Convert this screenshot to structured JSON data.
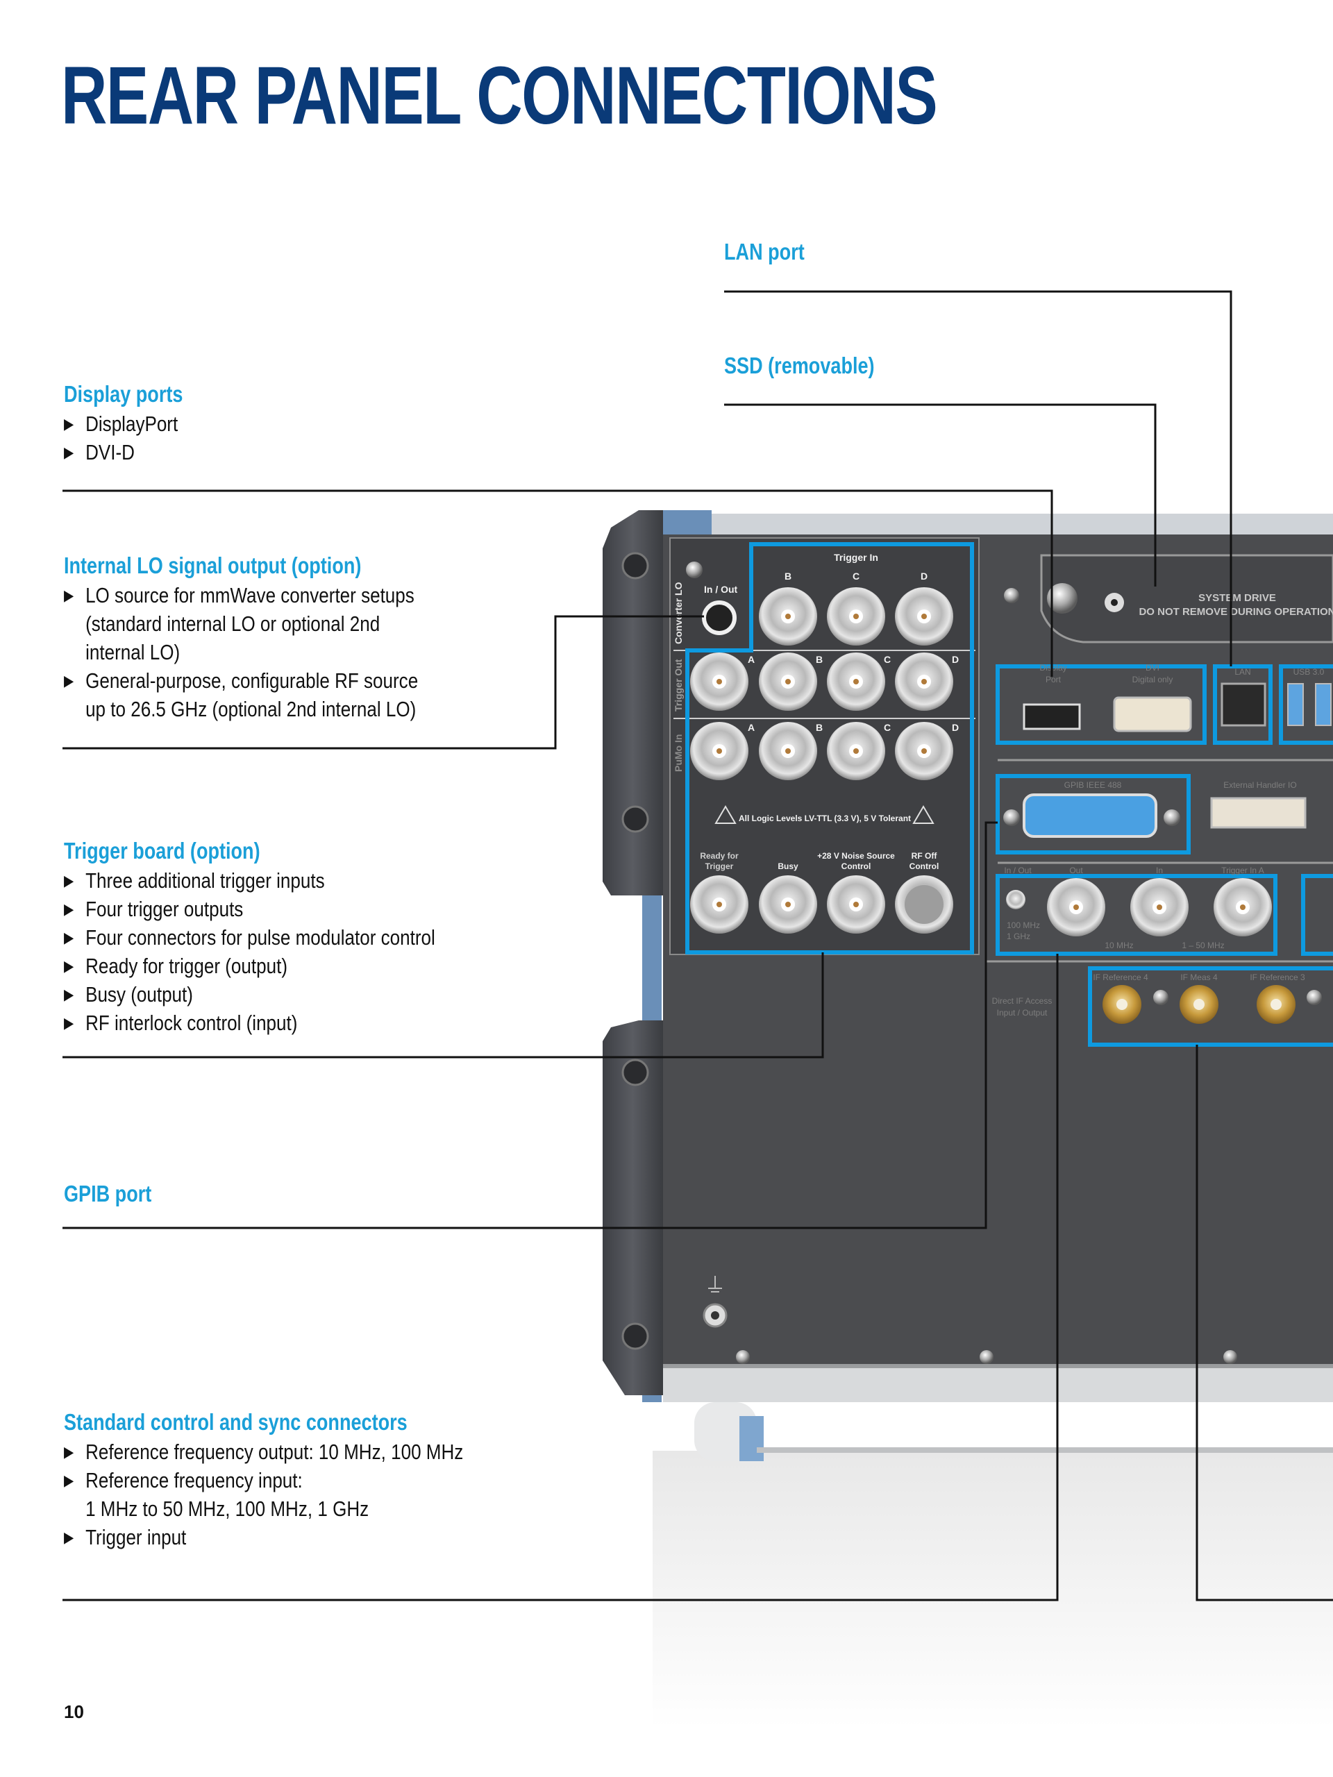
{
  "page": {
    "title": "REAR PANEL CONNECTIONS",
    "page_number": "10",
    "accent_color": "#1a9fd8",
    "title_color": "#0a3a78",
    "highlight_color": "#0e9ae0"
  },
  "callouts_right": {
    "lan": "LAN port",
    "ssd": "SSD (removable)"
  },
  "sections": [
    {
      "heading": "Display ports",
      "items": [
        "DisplayPort",
        "DVI-D"
      ]
    },
    {
      "heading": "Internal LO signal output (option)",
      "items": [
        "LO source for mmWave converter setups",
        "(standard internal LO or optional 2nd",
        "internal LO)",
        "General-purpose, configurable RF source",
        "up to 26.5 GHz (optional 2nd internal LO)"
      ],
      "bulleted": [
        true,
        false,
        false,
        true,
        false
      ]
    },
    {
      "heading": "Trigger board (option)",
      "items": [
        "Three additional trigger inputs",
        "Four trigger outputs",
        "Four connectors for pulse modulator control",
        "Ready for trigger (output)",
        "Busy (output)",
        "RF interlock control (input)"
      ]
    },
    {
      "heading": "GPIB port",
      "items": []
    },
    {
      "heading": "Standard control and sync connectors",
      "items": [
        "Reference frequency output: 10 MHz, 100 MHz",
        "Reference frequency input:",
        "1 MHz to 50 MHz, 100 MHz, 1 GHz",
        "Trigger input"
      ],
      "bulleted": [
        true,
        true,
        false,
        true
      ]
    }
  ],
  "bullet_glyph": "▶",
  "panel": {
    "converter_lo": "Converter LO",
    "in_out": "In / Out",
    "trigger_in": "Trigger In",
    "trigger_out": "Trigger Out",
    "pumo_in": "PuMo In",
    "trigger_in_cols": [
      "B",
      "C",
      "D"
    ],
    "row_cols": [
      "A",
      "B",
      "C",
      "D"
    ],
    "warning": "All Logic Levels LV-TTL (3.3 V), 5 V Tolerant",
    "bottom_labels": [
      "Ready for\nTrigger",
      "Busy",
      "+28 V Noise Source\nControl",
      "RF Off\nControl"
    ],
    "ready_for": "Ready for",
    "trigger": "Trigger",
    "busy": "Busy",
    "noise1": "+28 V Noise Source",
    "noise2": "Control",
    "rfoff1": "RF Off",
    "rfoff2": "Control",
    "system_drive_1": "SYSTEM DRIVE",
    "system_drive_2": "DO NOT REMOVE DURING OPERATION",
    "display_port_1": "Display",
    "display_port_2": "Port",
    "dvi_1": "DVI",
    "dvi_2": "Digital only",
    "lan": "LAN",
    "usb": "USB 3.0",
    "gpib": "GPIB IEEE 488",
    "ext_handler": "External Handler IO",
    "ref_in_out": "In / Out",
    "ref_out": "Out",
    "ref_in": "In",
    "trigger_in_a": "Trigger In A",
    "freq_100": "100 MHz",
    "freq_1g": "1 GHz",
    "freq_10": "10 MHz",
    "freq_1_50": "1 – 50 MHz",
    "direct_if_1": "Direct IF Access",
    "direct_if_2": "Input / Output",
    "if_ref4": "IF Reference 4",
    "if_meas4": "IF Meas 4",
    "if_ref3": "IF Reference 3"
  }
}
